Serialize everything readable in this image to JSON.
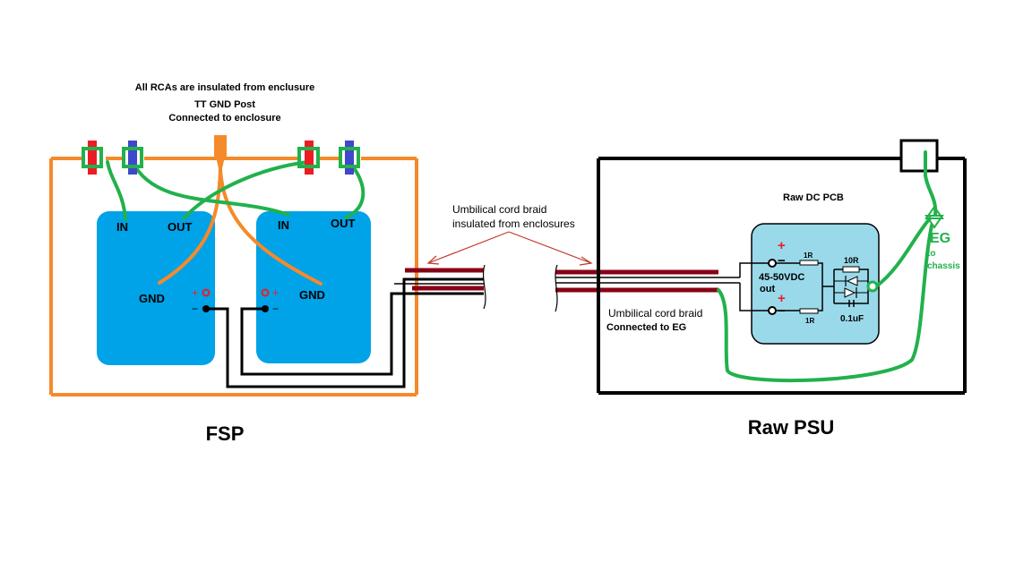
{
  "notes": {
    "rca_insulated": "All RCAs are insulated from enclusure",
    "tt_gnd_post": "TT GND Post",
    "connected_to_enclosure": "Connected to enclosure"
  },
  "fsp": {
    "title": "FSP",
    "left_module": {
      "in": "IN",
      "out": "OUT",
      "gnd": "GND",
      "plus": "+",
      "minus": "−"
    },
    "right_module": {
      "in": "IN",
      "out": "OUT",
      "gnd": "GND",
      "plus": "+",
      "minus": "−"
    }
  },
  "umbilical": {
    "left_line1": "Umbilical cord braid",
    "left_line2": "insulated  from enclosures",
    "right_line1": "Umbilical cord braid",
    "right_line2": "Connected to EG"
  },
  "raw_psu": {
    "title": "Raw PSU",
    "pcb_title": "Raw DC PCB",
    "plus_top": "+",
    "minus_top": "−",
    "plus_bottom": "+",
    "minus_bottom": "−",
    "r1_top": "1R",
    "r1_bottom": "1R",
    "r10": "10R",
    "cap": "0.1uF",
    "voltage_line1": "45-50VDC",
    "voltage_line2": "out",
    "eg": "EG",
    "eg_to": "to",
    "eg_chassis": "chassis"
  },
  "colors": {
    "enclosure_orange": "#f58a2a",
    "module_blue": "#00a2e8",
    "pcb_blue": "#99d9ea",
    "wire_green": "#22b14c",
    "braid": "#880015",
    "rca_red": "#ed1c24",
    "rca_blue": "#3f48cc"
  }
}
